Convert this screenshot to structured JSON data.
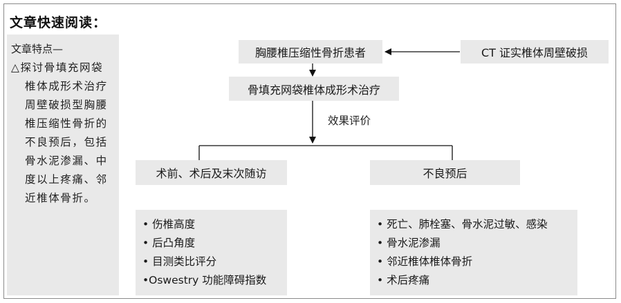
{
  "title": "文章快速阅读：",
  "sidebar": {
    "heading": "文章特点—",
    "lines": [
      "△探讨骨填充网袋",
      "椎体成形术治疗",
      "周壁破损型胸腰",
      "椎压缩性骨折的",
      "不良预后，包括",
      "骨水泥渗漏、中",
      "度以上疼痛、邻",
      "近椎体骨折。"
    ]
  },
  "flow": {
    "patients": "胸腰椎压缩性骨折患者",
    "ct": "CT 证实椎体周壁破损",
    "treatment": "骨填充网袋椎体成形术治疗",
    "evaluation": "效果评价",
    "left_branch": {
      "title": "术前、术后及末次随访",
      "items": [
        "• 伤椎高度",
        "• 后凸角度",
        "• 目测类比评分",
        "•Oswestry 功能障碍指数"
      ]
    },
    "right_branch": {
      "title": "不良预后",
      "items": [
        "• 死亡、肺栓塞、骨水泥过敏、感染",
        "• 骨水泥渗漏",
        "• 邻近椎体椎体骨折",
        "• 术后疼痛"
      ]
    }
  }
}
